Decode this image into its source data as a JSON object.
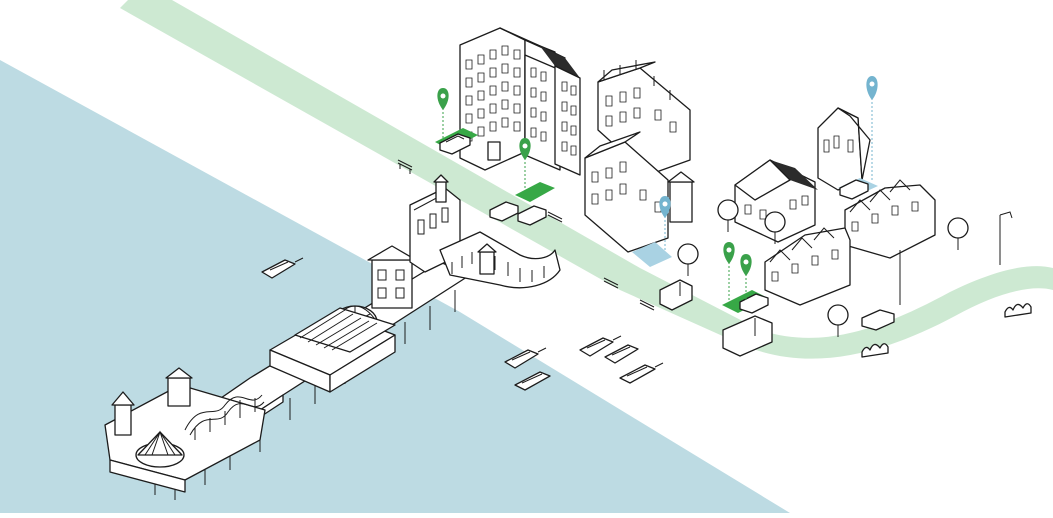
{
  "scene": {
    "colors": {
      "sea": "#bddbe3",
      "road": "#cde9d2",
      "green_pin": "#3aa14a",
      "blue_pin": "#74b4cf",
      "green_bay": "#37a846",
      "blue_bay": "#a9d2e3",
      "ink": "#1c1c1c"
    },
    "markers": [
      {
        "type": "green",
        "icon": "map-pin-icon"
      },
      {
        "type": "green",
        "icon": "map-pin-icon"
      },
      {
        "type": "green",
        "icon": "map-pin-icon"
      },
      {
        "type": "green",
        "icon": "map-pin-icon"
      },
      {
        "type": "blue",
        "icon": "map-pin-icon"
      },
      {
        "type": "blue",
        "icon": "map-pin-icon"
      }
    ]
  }
}
